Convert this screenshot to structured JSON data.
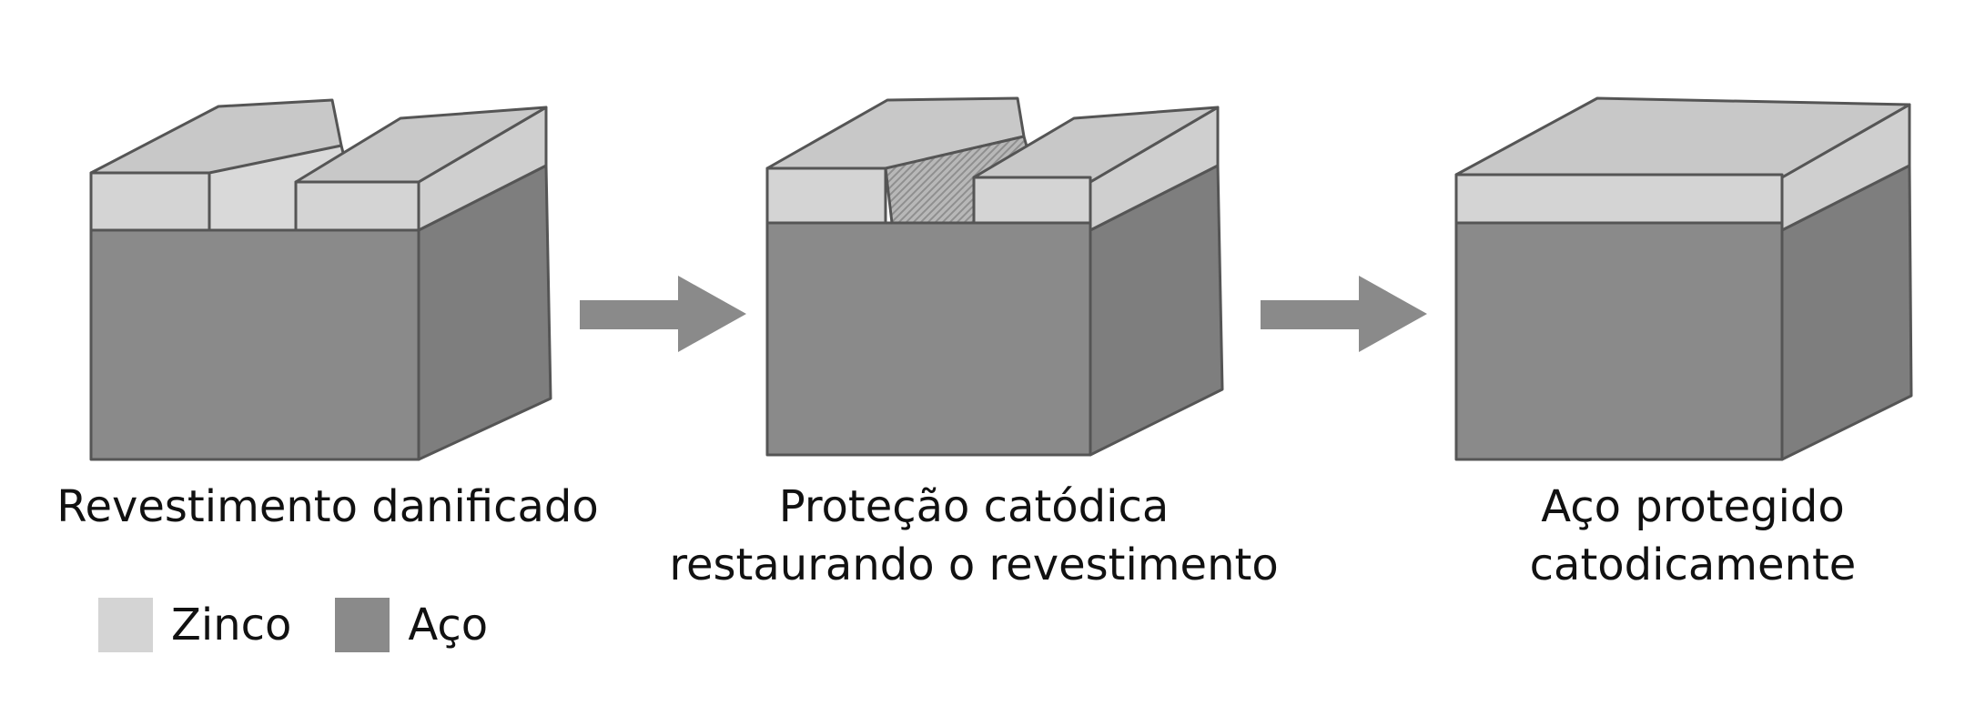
{
  "colors": {
    "zinc": "#d4d4d4",
    "steel": "#8a8a8a",
    "steel_side": "#7e7e7e",
    "zinc_top": "#c8c8c8",
    "outline": "#555555",
    "arrow": "#8a8a8a"
  },
  "stages": [
    {
      "caption_lines": [
        "Revestimento danificado"
      ]
    },
    {
      "caption_lines": [
        "Proteção catódica",
        "restaurando o revestimento"
      ]
    },
    {
      "caption_lines": [
        "Aço protegido",
        "catodicamente"
      ]
    }
  ],
  "legend": [
    {
      "label": "Zinco",
      "color_key": "zinc"
    },
    {
      "label": "Aço",
      "color_key": "steel"
    }
  ]
}
